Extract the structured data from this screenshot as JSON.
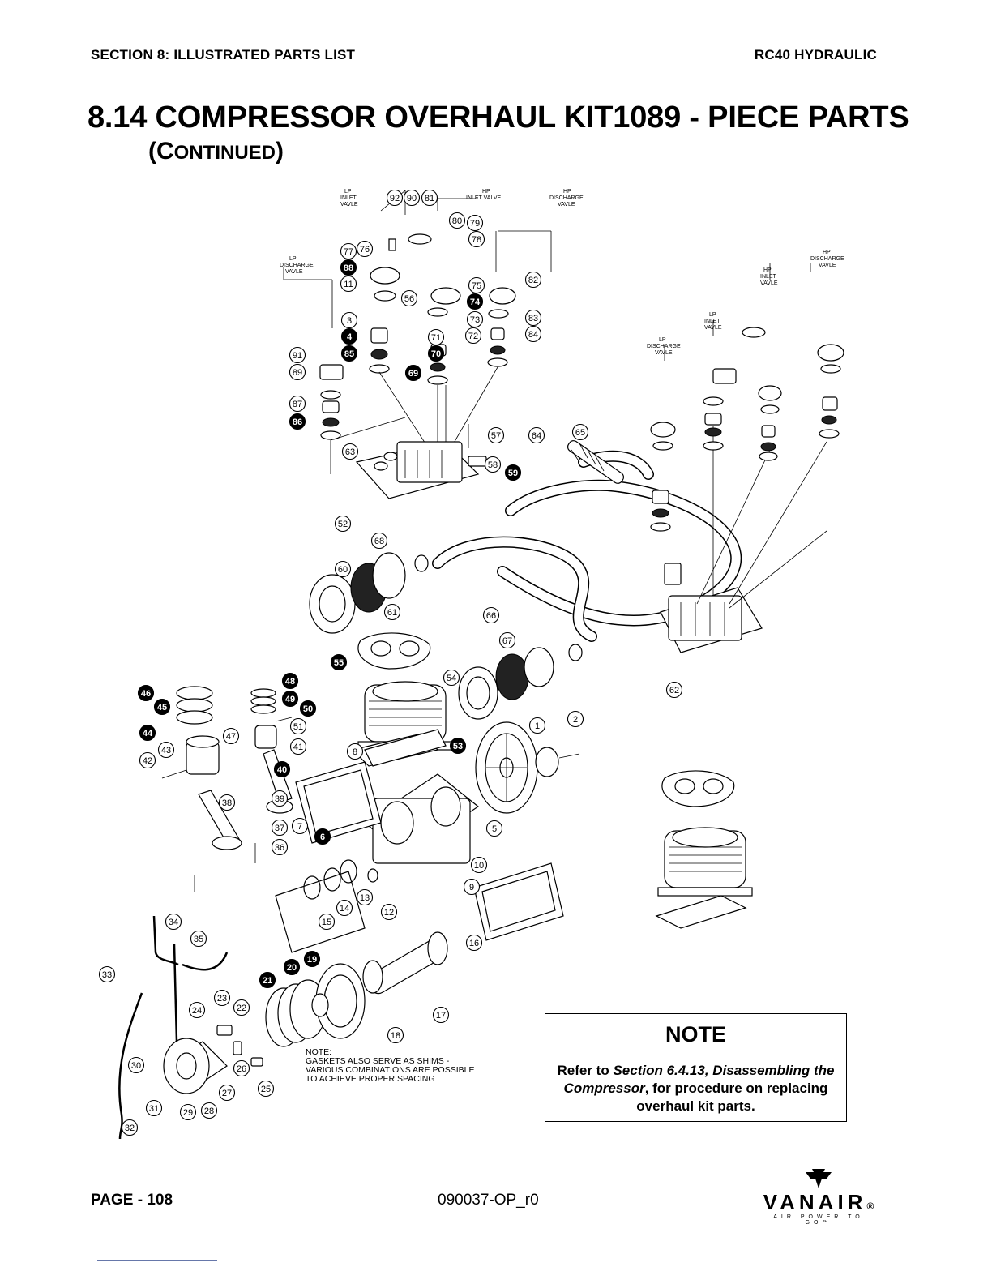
{
  "header": {
    "section": "SECTION 8: ILLUSTRATED PARTS LIST",
    "model": "RC40 HYDRAULIC"
  },
  "title": "8.14 COMPRESSOR OVERHAUL KIT1089 - PIECE PARTS",
  "subtitle": {
    "open": "(",
    "c": "C",
    "rest": "ONTINUED",
    "close": ")"
  },
  "diagram": {
    "valve_labels": {
      "lp_inlet": [
        "LP",
        "INLET",
        "VAVLE"
      ],
      "hp_inlet": [
        "HP",
        "INLET VALVE"
      ],
      "hp_discharge": [
        "HP",
        "DISCHARGE",
        "VAVLE"
      ],
      "lp_discharge": [
        "LP",
        "DISCHARGE",
        "VAVLE"
      ],
      "r_hp_discharge": [
        "HP",
        "DISCHARGE",
        "VAVLE"
      ],
      "r_hp_inlet": [
        "HP",
        "INLET",
        "VAVLE"
      ],
      "r_lp_inlet": [
        "LP",
        "INLET",
        "VAVLE"
      ],
      "r_lp_discharge": [
        "LP",
        "DISCHARGE",
        "VAVLE"
      ]
    },
    "shim_note": [
      "NOTE:",
      "GASKETS ALSO SERVE AS SHIMS -",
      "VARIOUS COMBINATIONS ARE POSSIBLE",
      "TO ACHIEVE PROPER SPACING"
    ],
    "callouts": [
      {
        "n": "92",
        "filled": false
      },
      {
        "n": "90",
        "filled": false
      },
      {
        "n": "81",
        "filled": false
      },
      {
        "n": "80",
        "filled": false
      },
      {
        "n": "79",
        "filled": false
      },
      {
        "n": "78",
        "filled": false
      },
      {
        "n": "76",
        "filled": false
      },
      {
        "n": "77",
        "filled": false
      },
      {
        "n": "75",
        "filled": false
      },
      {
        "n": "74",
        "filled": true
      },
      {
        "n": "73",
        "filled": false
      },
      {
        "n": "72",
        "filled": false
      },
      {
        "n": "71",
        "filled": false
      },
      {
        "n": "70",
        "filled": true
      },
      {
        "n": "69",
        "filled": true
      },
      {
        "n": "82",
        "filled": false
      },
      {
        "n": "83",
        "filled": false
      },
      {
        "n": "84",
        "filled": false
      },
      {
        "n": "88",
        "filled": true
      },
      {
        "n": "11",
        "filled": false
      },
      {
        "n": "56",
        "filled": false
      },
      {
        "n": "3",
        "filled": false
      },
      {
        "n": "4",
        "filled": true
      },
      {
        "n": "85",
        "filled": true
      },
      {
        "n": "91",
        "filled": false
      },
      {
        "n": "89",
        "filled": false
      },
      {
        "n": "87",
        "filled": false
      },
      {
        "n": "86",
        "filled": true
      },
      {
        "n": "57",
        "filled": false
      },
      {
        "n": "58",
        "filled": false
      },
      {
        "n": "59",
        "filled": true
      },
      {
        "n": "63",
        "filled": false
      },
      {
        "n": "52",
        "filled": false
      },
      {
        "n": "68",
        "filled": false
      },
      {
        "n": "64",
        "filled": false
      },
      {
        "n": "65",
        "filled": false
      },
      {
        "n": "60",
        "filled": false
      },
      {
        "n": "61",
        "filled": false
      },
      {
        "n": "66",
        "filled": false
      },
      {
        "n": "67",
        "filled": false
      },
      {
        "n": "62",
        "filled": false
      },
      {
        "n": "55",
        "filled": true
      },
      {
        "n": "54",
        "filled": false
      },
      {
        "n": "53",
        "filled": true
      },
      {
        "n": "48",
        "filled": true
      },
      {
        "n": "49",
        "filled": true
      },
      {
        "n": "50",
        "filled": true
      },
      {
        "n": "46",
        "filled": true
      },
      {
        "n": "45",
        "filled": true
      },
      {
        "n": "44",
        "filled": true
      },
      {
        "n": "43",
        "filled": false
      },
      {
        "n": "42",
        "filled": false
      },
      {
        "n": "47",
        "filled": false
      },
      {
        "n": "51",
        "filled": false
      },
      {
        "n": "41",
        "filled": false
      },
      {
        "n": "40",
        "filled": true
      },
      {
        "n": "39",
        "filled": false
      },
      {
        "n": "38",
        "filled": false
      },
      {
        "n": "37",
        "filled": false
      },
      {
        "n": "36",
        "filled": false
      },
      {
        "n": "8",
        "filled": false
      },
      {
        "n": "7",
        "filled": false
      },
      {
        "n": "6",
        "filled": true
      },
      {
        "n": "5",
        "filled": false
      },
      {
        "n": "1",
        "filled": false
      },
      {
        "n": "2",
        "filled": false
      },
      {
        "n": "10",
        "filled": false
      },
      {
        "n": "9",
        "filled": false
      },
      {
        "n": "12",
        "filled": false
      },
      {
        "n": "13",
        "filled": false
      },
      {
        "n": "14",
        "filled": false
      },
      {
        "n": "15",
        "filled": false
      },
      {
        "n": "16",
        "filled": false
      },
      {
        "n": "17",
        "filled": false
      },
      {
        "n": "18",
        "filled": false
      },
      {
        "n": "19",
        "filled": true
      },
      {
        "n": "20",
        "filled": true
      },
      {
        "n": "21",
        "filled": true
      },
      {
        "n": "22",
        "filled": false
      },
      {
        "n": "23",
        "filled": false
      },
      {
        "n": "24",
        "filled": false
      },
      {
        "n": "25",
        "filled": false
      },
      {
        "n": "26",
        "filled": false
      },
      {
        "n": "27",
        "filled": false
      },
      {
        "n": "28",
        "filled": false
      },
      {
        "n": "29",
        "filled": false
      },
      {
        "n": "30",
        "filled": false
      },
      {
        "n": "31",
        "filled": false
      },
      {
        "n": "32",
        "filled": false
      },
      {
        "n": "33",
        "filled": false
      },
      {
        "n": "34",
        "filled": false
      },
      {
        "n": "35",
        "filled": false
      }
    ]
  },
  "note": {
    "title": "NOTE",
    "pre": "Refer to ",
    "ref": "Section 6.4.13, Disassembling the Compressor",
    "post": ", for procedure on replacing overhaul kit parts."
  },
  "footer": {
    "page": "PAGE - 108",
    "doc": "090037-OP_r0",
    "logo_word": "VANAIR",
    "logo_reg": "®",
    "logo_tag": "AIR POWER TO GO™"
  }
}
